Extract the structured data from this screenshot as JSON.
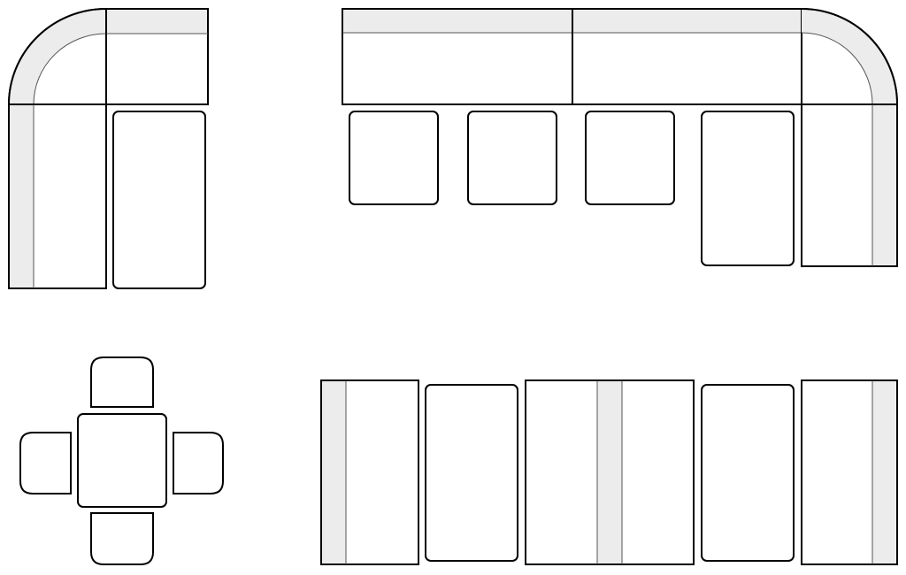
{
  "colors": {
    "background": "#ffffff",
    "line": "#000000",
    "backrest_fill": "#ececec",
    "seat_fill": "#ffffff"
  },
  "groups": [
    {
      "name": "corner-sofa-left",
      "pieces": 4
    },
    {
      "name": "corner-sofa-right",
      "pieces": 8
    },
    {
      "name": "dining-set",
      "pieces": 5
    },
    {
      "name": "modular-sofa-row",
      "pieces": 5
    }
  ]
}
